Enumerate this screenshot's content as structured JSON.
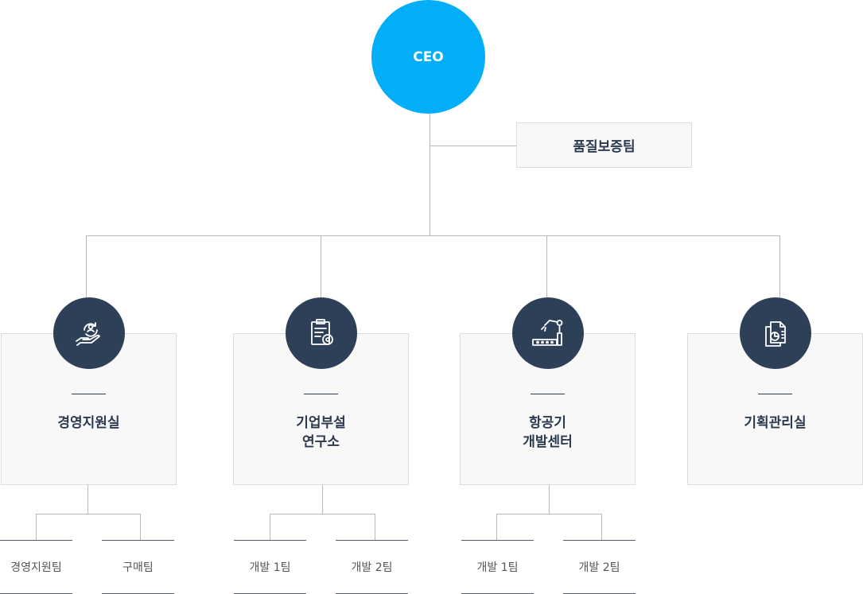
{
  "ceo": {
    "label": "CEO"
  },
  "qa_team": {
    "label": "품질보증팀"
  },
  "departments": [
    {
      "label": "경영지원실",
      "icon": "hand-person-icon",
      "teams": [
        "경영지원팀",
        "구매팀"
      ]
    },
    {
      "label": "기업부설\n연구소",
      "icon": "clipboard-gear-icon",
      "teams": [
        "개발 1팀",
        "개발 2팀"
      ]
    },
    {
      "label": "항공기\n개발센터",
      "icon": "robot-arm-conveyor-icon",
      "teams": [
        "개발 1팀",
        "개발 2팀"
      ]
    },
    {
      "label": "기획관리실",
      "icon": "document-chart-icon",
      "teams": []
    }
  ],
  "colors": {
    "ceo": "#02aef7",
    "dept_icon_bg": "#2e4058",
    "text": "#2c3a4f",
    "connector": "#b9b9b9",
    "box_bg": "#f8f8f8"
  }
}
